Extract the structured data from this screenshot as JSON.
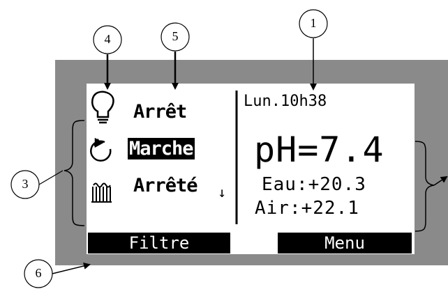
{
  "display": {
    "status_items": [
      {
        "icon": "bulb-icon",
        "label": "Arrêt"
      },
      {
        "icon": "cycle-arrows-icon",
        "label": "Marche"
      },
      {
        "icon": "heater-icon",
        "label": "Arrêté"
      }
    ],
    "clock": "Lun.10h38",
    "ph": "pH=7.4",
    "water_temp": "Eau:+20.3",
    "air_temp": "Air:+22.1",
    "softkeys": {
      "left": "Filtre",
      "right": "Menu"
    },
    "scroll_indicator": "↓"
  },
  "callouts": [
    "1",
    "3",
    "4",
    "5",
    "6"
  ]
}
